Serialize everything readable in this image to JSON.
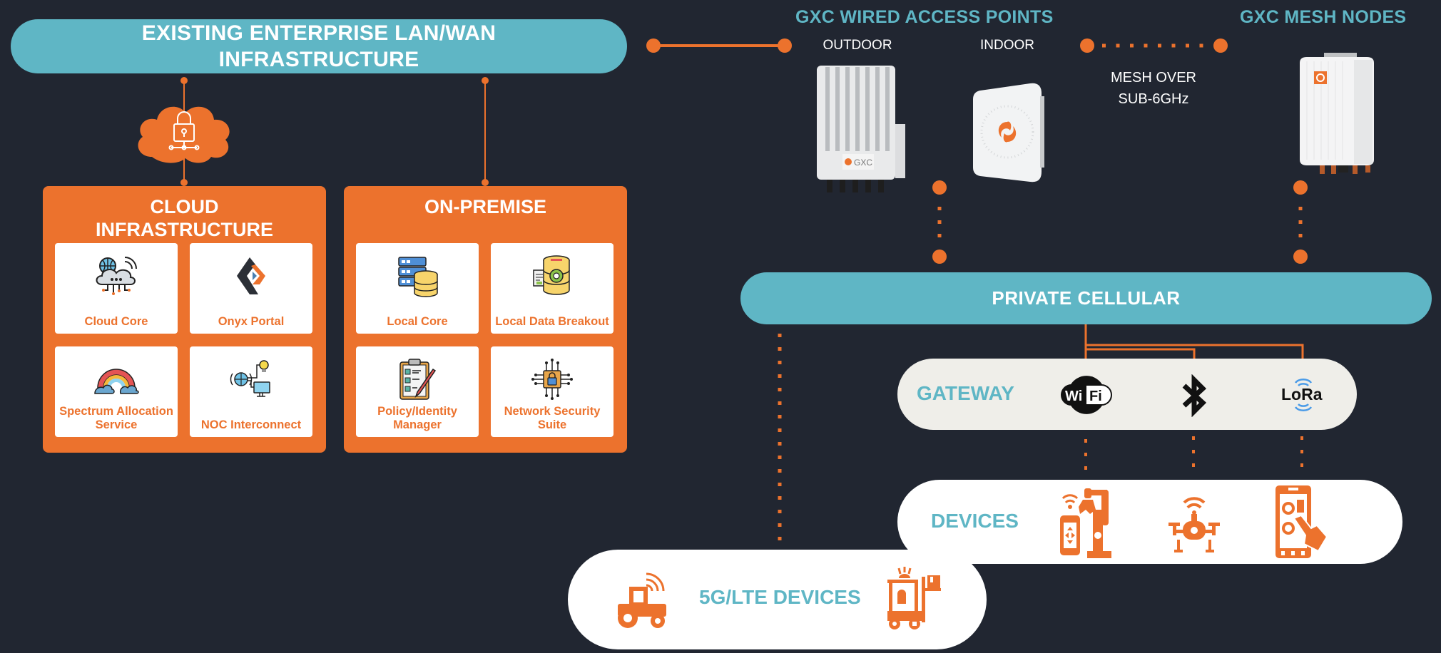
{
  "colors": {
    "background": "#212631",
    "teal": "#5fb6c5",
    "orange": "#ec722d",
    "card_bg": "#ffffff",
    "gateway_bg": "#efeee9"
  },
  "enterprise": {
    "title_line1": "EXISTING ENTERPRISE LAN/WAN",
    "title_line2": "INFRASTRUCTURE",
    "security_icon": "cloud-lock-icon"
  },
  "cloud": {
    "title_line1": "CLOUD",
    "title_line2": "INFRASTRUCTURE",
    "cards": [
      {
        "label": "Cloud Core",
        "icon": "cloud-network-icon"
      },
      {
        "label": "Onyx Portal",
        "icon": "onyx-logo-icon"
      },
      {
        "label": "Spectrum Allocation Service",
        "icon": "rainbow-icon"
      },
      {
        "label": "NOC Interconnect",
        "icon": "globe-monitor-icon"
      }
    ]
  },
  "onprem": {
    "title": "ON-PREMISE",
    "cards": [
      {
        "label": "Local Core",
        "icon": "server-database-icon"
      },
      {
        "label": "Local Data Breakout",
        "icon": "database-gear-icon"
      },
      {
        "label": "Policy/Identity Manager",
        "icon": "clipboard-checklist-icon"
      },
      {
        "label": "Network Security Suite",
        "icon": "circuit-lock-icon"
      }
    ]
  },
  "access_points": {
    "title": "GXC WIRED ACCESS POINTS",
    "outdoor_label": "OUTDOOR",
    "indoor_label": "INDOOR",
    "outdoor_brand": "GXC"
  },
  "mesh": {
    "title": "GXC MESH NODES",
    "link_line1": "MESH OVER",
    "link_line2": "SUB-6GHz"
  },
  "private_cellular": {
    "title": "PRIVATE CELLULAR"
  },
  "gateway": {
    "title": "GATEWAY",
    "protocols": [
      {
        "name": "Wi-Fi",
        "icon": "wifi-logo-icon",
        "text_a": "Wi",
        "text_b": "Fi"
      },
      {
        "name": "Bluetooth",
        "icon": "bluetooth-icon"
      },
      {
        "name": "LoRa",
        "icon": "lora-logo-icon",
        "text": "LoRa"
      }
    ]
  },
  "devices": {
    "title": "DEVICES",
    "items": [
      {
        "icon": "robot-arm-phone-icon"
      },
      {
        "icon": "drone-icon"
      },
      {
        "icon": "tablet-touch-icon"
      }
    ]
  },
  "lte_devices": {
    "title": "5G/LTE DEVICES",
    "items": [
      {
        "icon": "smart-tractor-icon"
      },
      {
        "icon": "forklift-icon"
      }
    ]
  }
}
